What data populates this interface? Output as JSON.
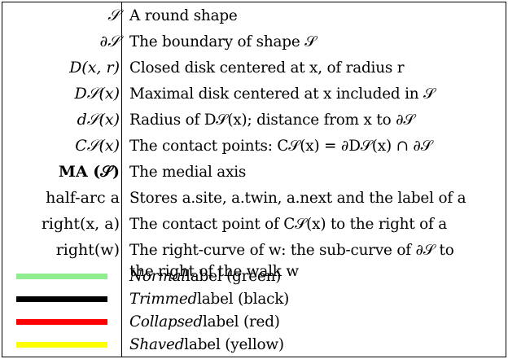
{
  "rows": [
    {
      "symbol": "𝒮",
      "desc": "A round shape"
    },
    {
      "symbol": "∂𝒮",
      "desc": "The boundary of shape 𝒮"
    },
    {
      "symbol": "D(x, r)",
      "desc": "Closed disk centered at x, of radius r"
    },
    {
      "symbol": "D𝒮(x)",
      "desc": "Maximal disk centered at x included in 𝒮"
    },
    {
      "symbol": "d𝒮(x)",
      "desc": "Radius of D𝒮(x); distance from x to ∂𝒮"
    },
    {
      "symbol": "C𝒮(x)",
      "desc": "The contact points: C𝒮(x) = ∂D𝒮(x) ∩ ∂𝒮"
    },
    {
      "symbol": "MA (𝒮)",
      "desc": "The medial axis"
    },
    {
      "symbol": "half-arc a",
      "desc": "Stores a.site, a.twin, a.next and the label of a"
    },
    {
      "symbol": "right(x, a)",
      "desc": "The contact point of C𝒮(x) to the right of a"
    },
    {
      "symbol": "right(w)",
      "desc_line1": "The right-curve of w: the sub-curve of ∂𝒮 to",
      "desc_line2": "the right of the walk w"
    }
  ],
  "labels": [
    {
      "name": "Normal",
      "rest": " label (green)",
      "color": "#90ee90"
    },
    {
      "name": "Trimmed",
      "rest": " label (black)",
      "color": "#000000"
    },
    {
      "name": "Collapsed",
      "rest": " label (red)",
      "color": "#ff0000"
    },
    {
      "name": "Shaved",
      "rest": " label (yellow)",
      "color": "#ffff00"
    }
  ]
}
